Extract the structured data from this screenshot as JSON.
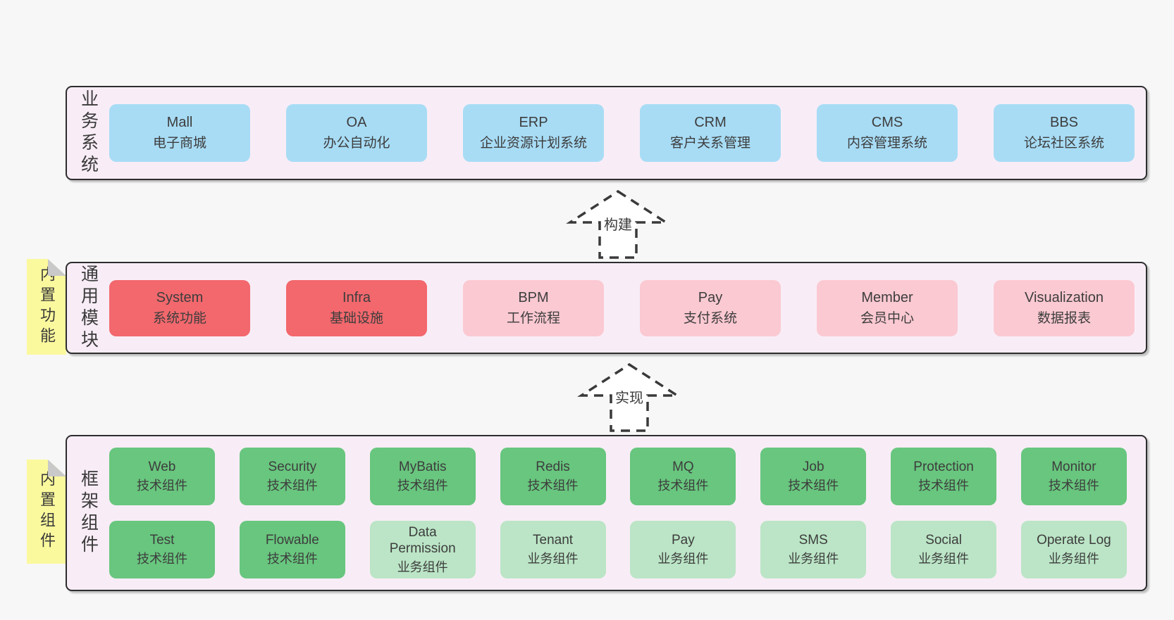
{
  "colors": {
    "bg": "#f7f7f7",
    "panel": "#f8edf6",
    "panelBorder": "#2d2d2d",
    "blue": "#a8dcf5",
    "red": "#f2686d",
    "pink": "#fbc9d2",
    "green": "#68c67e",
    "greenLight": "#bbe5c6",
    "yellow": "#fbf99d",
    "fold": "#c9c9c9",
    "text": "#3a3a3a",
    "arrowStroke": "#3a3a3a",
    "arrowFill": "#ffffff"
  },
  "sections": [
    {
      "id": "business-systems",
      "label": "业务系统",
      "boxes": [
        {
          "name": "Mall",
          "sub": "电子商城",
          "variant": "blue"
        },
        {
          "name": "OA",
          "sub": "办公自动化",
          "variant": "blue"
        },
        {
          "name": "ERP",
          "sub": "企业资源计划系统",
          "variant": "blue"
        },
        {
          "name": "CRM",
          "sub": "客户关系管理",
          "variant": "blue"
        },
        {
          "name": "CMS",
          "sub": "内容管理系统",
          "variant": "blue"
        },
        {
          "name": "BBS",
          "sub": "论坛社区系统",
          "variant": "blue"
        }
      ]
    },
    {
      "id": "common-modules",
      "label": "通用模块",
      "note": "内置功能",
      "boxes": [
        {
          "name": "System",
          "sub": "系统功能",
          "variant": "red"
        },
        {
          "name": "Infra",
          "sub": "基础设施",
          "variant": "red"
        },
        {
          "name": "BPM",
          "sub": "工作流程",
          "variant": "pink"
        },
        {
          "name": "Pay",
          "sub": "支付系统",
          "variant": "pink"
        },
        {
          "name": "Member",
          "sub": "会员中心",
          "variant": "pink"
        },
        {
          "name": "Visualization",
          "sub": "数据报表",
          "variant": "pink"
        }
      ]
    },
    {
      "id": "framework-components",
      "label": "框架组件",
      "note": "内置组件",
      "rows": [
        [
          {
            "name": "Web",
            "sub": "技术组件",
            "variant": "green"
          },
          {
            "name": "Security",
            "sub": "技术组件",
            "variant": "green"
          },
          {
            "name": "MyBatis",
            "sub": "技术组件",
            "variant": "green"
          },
          {
            "name": "Redis",
            "sub": "技术组件",
            "variant": "green"
          },
          {
            "name": "MQ",
            "sub": "技术组件",
            "variant": "green"
          },
          {
            "name": "Job",
            "sub": "技术组件",
            "variant": "green"
          },
          {
            "name": "Protection",
            "sub": "技术组件",
            "variant": "green"
          },
          {
            "name": "Monitor",
            "sub": "技术组件",
            "variant": "green"
          }
        ],
        [
          {
            "name": "Test",
            "sub": "技术组件",
            "variant": "green"
          },
          {
            "name": "Flowable",
            "sub": "技术组件",
            "variant": "green"
          },
          {
            "name": "Data Permission",
            "sub": "业务组件",
            "variant": "lightgreen"
          },
          {
            "name": "Tenant",
            "sub": "业务组件",
            "variant": "lightgreen"
          },
          {
            "name": "Pay",
            "sub": "业务组件",
            "variant": "lightgreen"
          },
          {
            "name": "SMS",
            "sub": "业务组件",
            "variant": "lightgreen"
          },
          {
            "name": "Social",
            "sub": "业务组件",
            "variant": "lightgreen"
          },
          {
            "name": "Operate Log",
            "sub": "业务组件",
            "variant": "lightgreen"
          }
        ]
      ]
    }
  ],
  "arrows": [
    {
      "label": "构建"
    },
    {
      "label": "实现"
    }
  ]
}
